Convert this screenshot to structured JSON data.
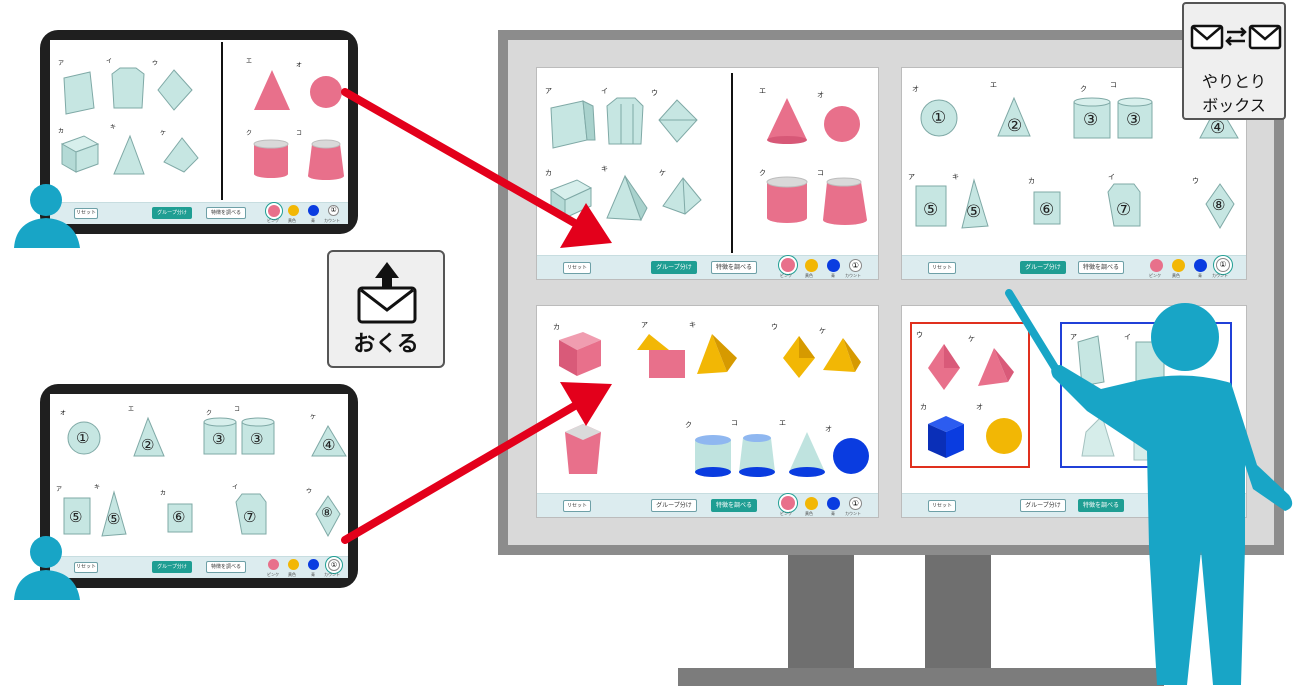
{
  "send_box": {
    "label": "おくる"
  },
  "exchange_box": {
    "line1": "やりとり",
    "line2": "ボックス"
  },
  "toolbar_labels": {
    "reset": "リセット",
    "group": "グループ分け",
    "features": "特徴を調べる",
    "pink": "ピンク",
    "yellow": "黄色",
    "blue": "青",
    "count": "カウント",
    "count_symbol": "①"
  },
  "shape_labels": {
    "a": "ア",
    "i": "イ",
    "u": "ウ",
    "e": "エ",
    "o": "オ",
    "ka": "カ",
    "ki": "キ",
    "ku": "ク",
    "ke": "ケ",
    "ko": "コ"
  },
  "counts": {
    "c1": "①",
    "c2": "②",
    "c3": "③",
    "c4": "④",
    "c5": "⑤",
    "c6": "⑥",
    "c7": "⑦",
    "c8": "⑧"
  },
  "colors": {
    "arrow_red": "#e3001b",
    "person_blue": "#18a5c6",
    "shape_cyan": "#bfe3df",
    "shape_pink": "#e8708b",
    "shape_yellow": "#f2b705",
    "shape_blue": "#0a3ce0",
    "toolbar_bg": "#dcecef",
    "button_teal": "#1f9e93",
    "monitor_gray": "#8a8a8a",
    "box_red": "#e0301e",
    "box_blue": "#2040d8"
  }
}
